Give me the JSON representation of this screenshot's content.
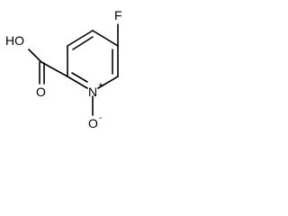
{
  "molecule": {
    "atoms": {
      "fluorine": "F",
      "hydroxyl": "HO",
      "carbonyl_oxygen": "O",
      "ring_nitrogen": "N",
      "ring_nitrogen_charge": "+",
      "n_oxide_oxygen": "O",
      "n_oxide_charge": "-"
    }
  }
}
